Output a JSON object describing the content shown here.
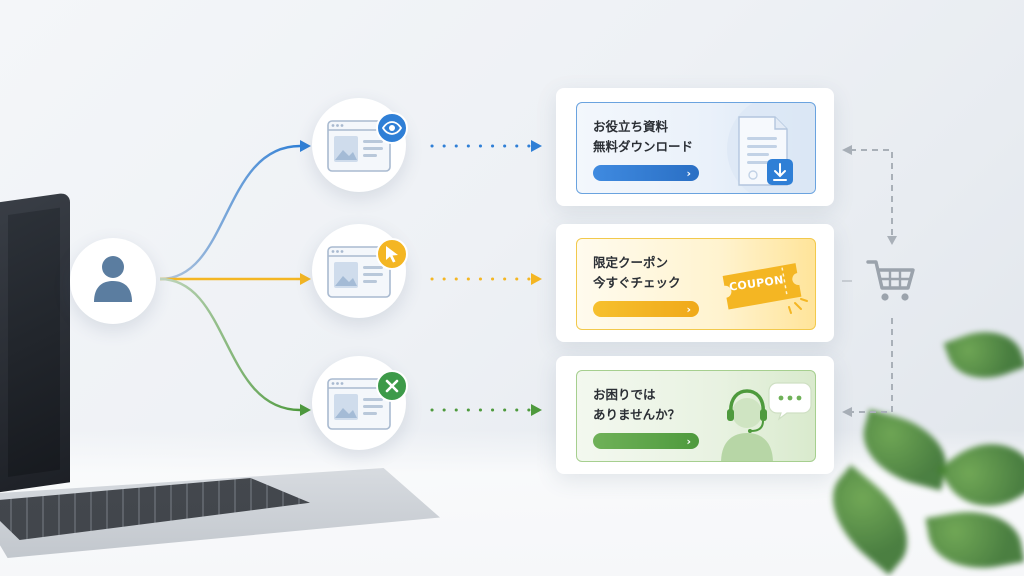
{
  "colors": {
    "blue": "#2f7fd6",
    "yellow": "#f4b623",
    "green": "#3d9a49",
    "gray_connector": "#a9b0b8"
  },
  "icons": {
    "user": "user-icon",
    "view_badge": "eye-icon",
    "click_badge": "cursor-icon",
    "close_badge": "close-icon",
    "cart": "shopping-cart-icon",
    "document": "document-download-icon",
    "support": "headset-agent-icon"
  },
  "cards": [
    {
      "title_line1": "お役立ち資料",
      "title_line2": "無料ダウンロード",
      "cta_chevron": "›"
    },
    {
      "title_line1": "限定クーポン",
      "title_line2": "今すぐチェック",
      "cta_chevron": "›",
      "coupon_label": "COUPON"
    },
    {
      "title_line1": "お困りでは",
      "title_line2": "ありませんか？",
      "cta_chevron": "›"
    }
  ]
}
